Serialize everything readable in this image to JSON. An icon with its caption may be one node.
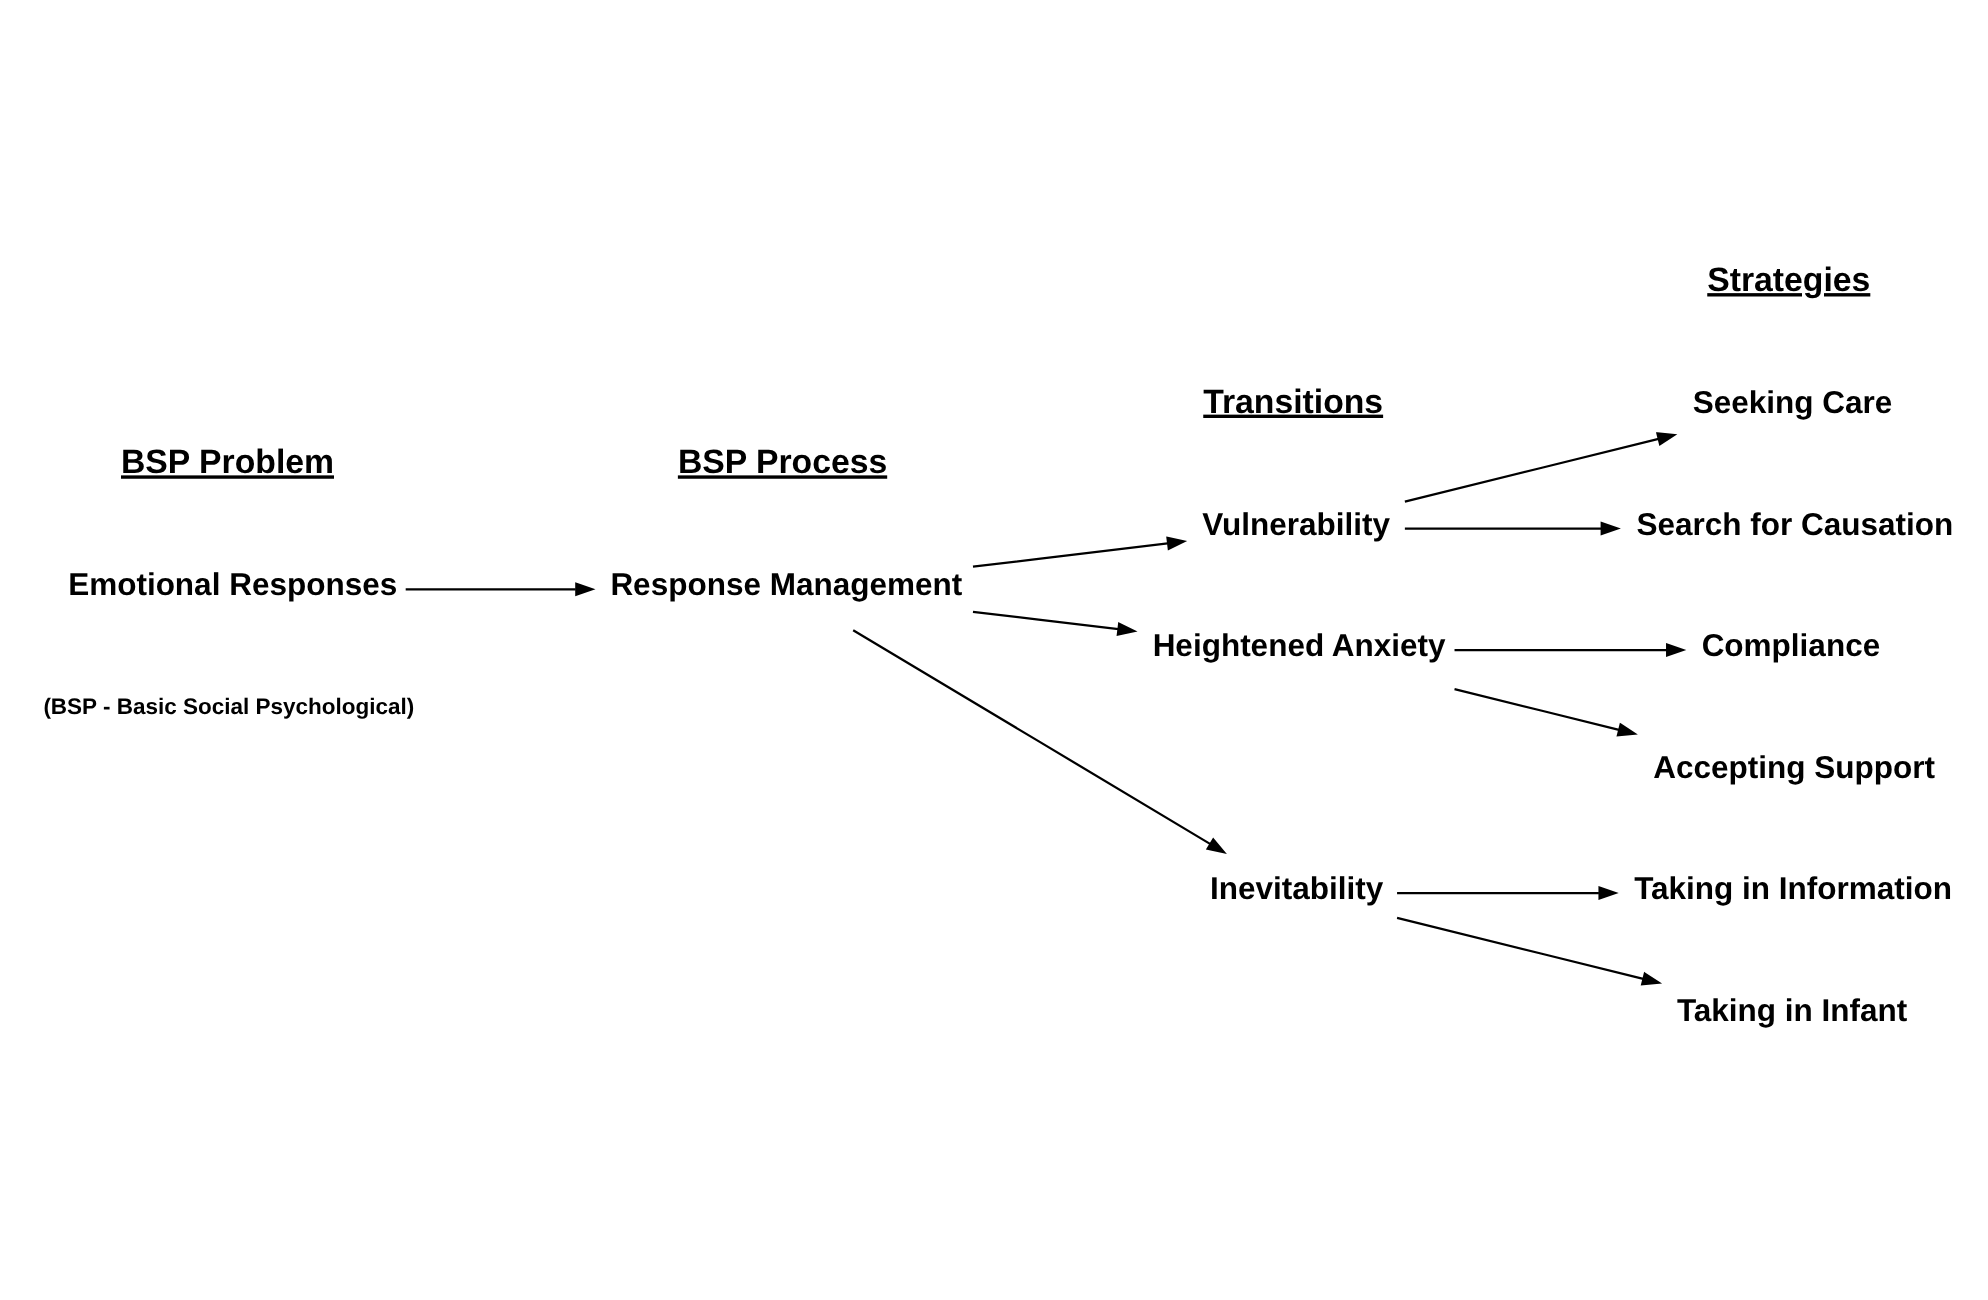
{
  "diagram": {
    "nodes": [
      {
        "text": [
          "Emotional Responses"
        ]
      },
      {
        "text": [
          "Response Management"
        ]
      },
      {
        "text": [
          "Vulnerability"
        ]
      },
      {
        "text": [
          "Heightened Anxiety"
        ]
      },
      {
        "text": [
          "Inevitability"
        ]
      },
      {
        "text": [
          "Seeking Care"
        ]
      },
      {
        "text": [
          "Search for Causation"
        ]
      },
      {
        "text": [
          "Compliance"
        ]
      },
      {
        "text": [
          "Accepting Support"
        ]
      },
      {
        "text": [
          "Taking in Information"
        ]
      },
      {
        "text": [
          "Taking in Infant"
        ]
      }
    ],
    "edges": [
      {
        "from": 0,
        "to": 1,
        "arrow": "to"
      },
      {
        "from": 1,
        "to": 2,
        "arrow": "to"
      },
      {
        "from": 1,
        "to": 3,
        "arrow": "to"
      },
      {
        "from": 1,
        "to": 4,
        "arrow": "to"
      },
      {
        "from": 2,
        "to": 5,
        "arrow": "to"
      },
      {
        "from": 2,
        "to": 6,
        "arrow": "to"
      },
      {
        "from": 3,
        "to": 7,
        "arrow": "to"
      },
      {
        "from": 3,
        "to": 8,
        "arrow": "to"
      },
      {
        "from": 4,
        "to": 9,
        "arrow": "to"
      },
      {
        "from": 4,
        "to": 10,
        "arrow": "to"
      }
    ],
    "labels": [
      "BSP Problem",
      "BSP Process",
      "Transitions",
      "Strategies",
      "(BSP - Basic Social Psychological)"
    ]
  }
}
